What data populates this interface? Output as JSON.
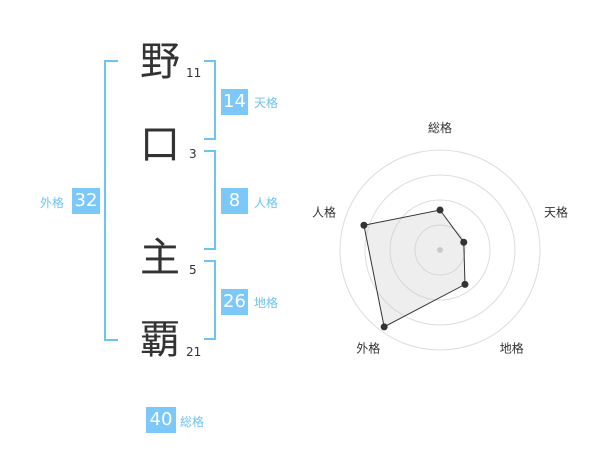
{
  "name": {
    "chars": [
      {
        "char": "野",
        "strokes": "11"
      },
      {
        "char": "口",
        "strokes": "3"
      },
      {
        "char": "主",
        "strokes": "5"
      },
      {
        "char": "覇",
        "strokes": "21"
      }
    ]
  },
  "fortunes": {
    "tenkaku": {
      "value": "14",
      "label": "天格"
    },
    "jinkaku": {
      "value": "8",
      "label": "人格"
    },
    "chikaku": {
      "value": "26",
      "label": "地格"
    },
    "gaikaku": {
      "value": "32",
      "label": "外格"
    },
    "soukaku": {
      "value": "40",
      "label": "総格"
    }
  },
  "colors": {
    "accent": "#7cc8f8",
    "bracket": "#6fc3f0",
    "text": "#333333"
  },
  "chart_data": {
    "type": "radar",
    "axes": [
      "総格",
      "天格",
      "地格",
      "外格",
      "人格"
    ],
    "levels": 4,
    "max": 4,
    "values": [
      1.6,
      1.0,
      1.7,
      3.8,
      3.2
    ]
  }
}
